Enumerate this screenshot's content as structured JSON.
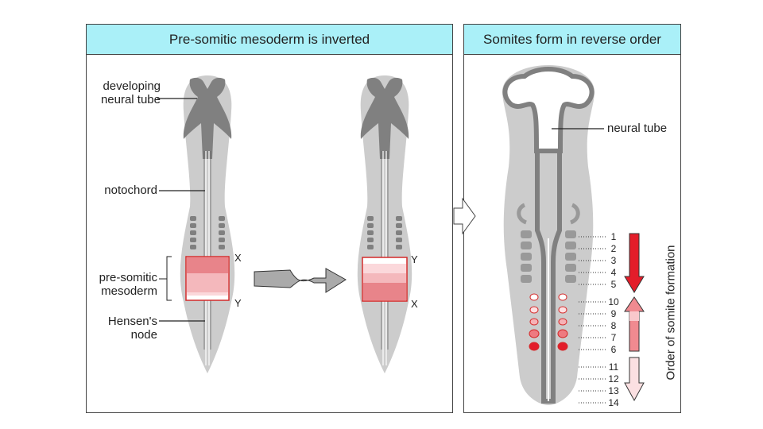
{
  "left_panel": {
    "title": "Pre-somitic mesoderm is inverted",
    "labels": {
      "neural_tube_line1": "developing",
      "neural_tube_line2": "neural tube",
      "notochord": "notochord",
      "psm_line1": "pre-somitic",
      "psm_line2": "mesoderm",
      "hensen_line1": "Hensen's",
      "hensen_line2": "node"
    },
    "embryo1_top_marker": "X",
    "embryo1_bottom_marker": "Y",
    "embryo2_top_marker": "Y",
    "embryo2_bottom_marker": "X"
  },
  "right_panel": {
    "title": "Somites form in reverse order",
    "neural_tube_label": "neural tube",
    "order_label": "Order of somite formation",
    "numbers": [
      "1",
      "2",
      "3",
      "4",
      "5",
      "10",
      "9",
      "8",
      "7",
      "6",
      "11",
      "12",
      "13",
      "14"
    ]
  },
  "colors": {
    "header_bg": "#aaf0f8",
    "embryo_light": "#cccccc",
    "embryo_dark": "#808080",
    "psm_red": "#e8848a",
    "arrow_red": "#e31d2a"
  }
}
